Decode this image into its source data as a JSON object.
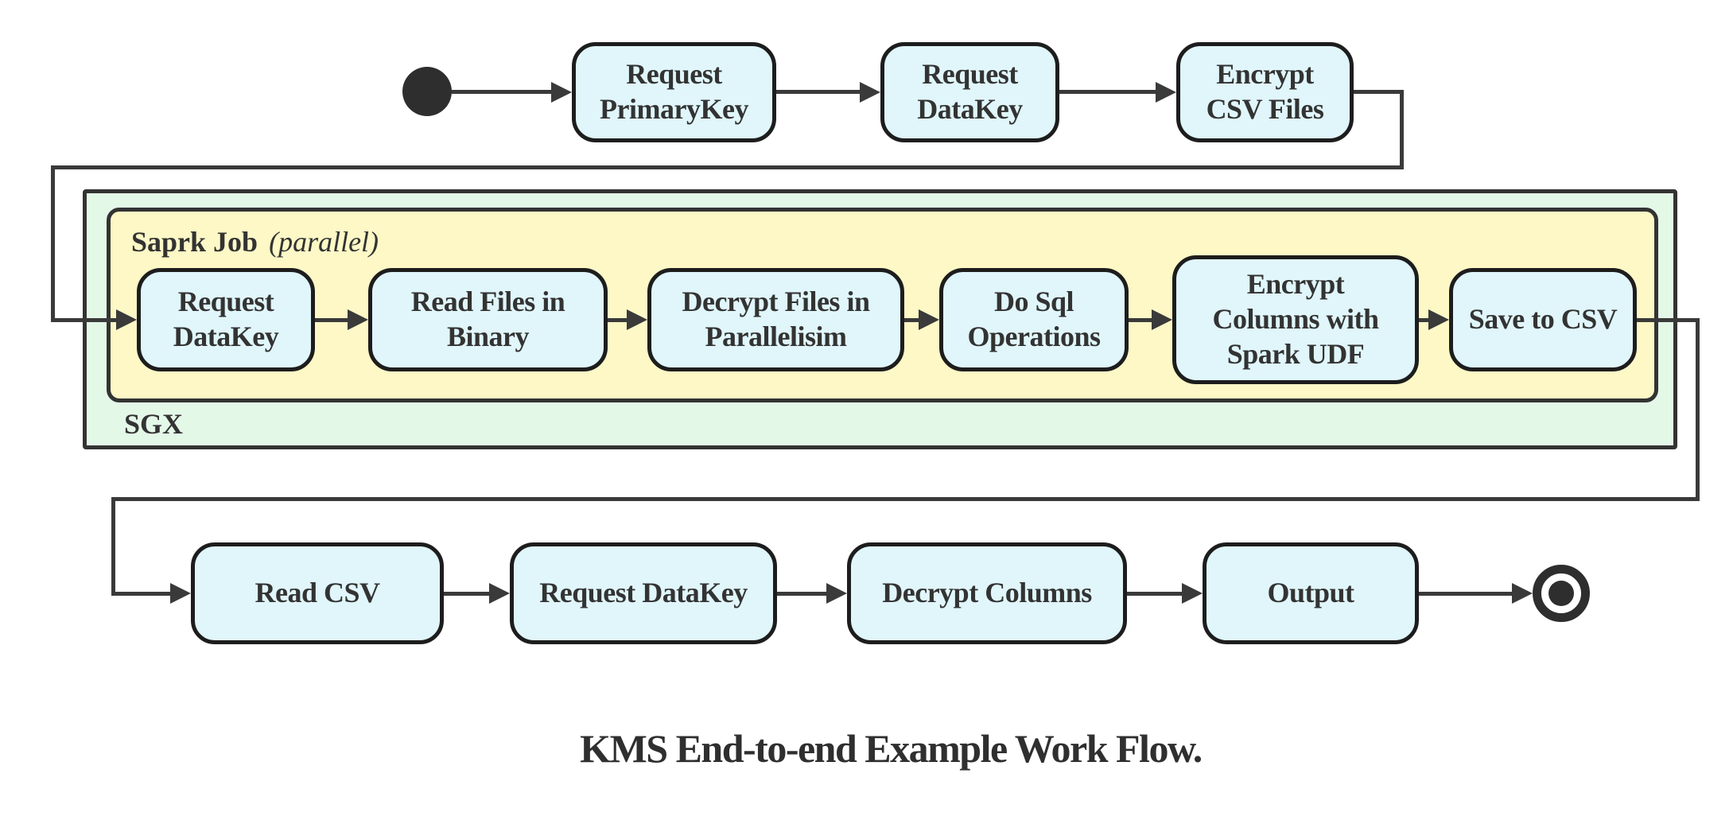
{
  "diagram": {
    "title": "KMS End-to-end Example Work Flow.",
    "sgx_label": "SGX",
    "spark_label": "Saprk Job",
    "spark_label_note": "(parallel)"
  },
  "nodes": {
    "top": [
      {
        "label": "Request\nPrimaryKey"
      },
      {
        "label": "Request\nDataKey"
      },
      {
        "label": "Encrypt\nCSV Files"
      }
    ],
    "sgx": [
      {
        "label": "Request\nDataKey"
      },
      {
        "label": "Read Files in\nBinary"
      },
      {
        "label": "Decrypt Files in\nParallelisim"
      },
      {
        "label": "Do Sql\nOperations"
      },
      {
        "label": "Encrypt\nColumns with\nSpark UDF"
      },
      {
        "label": "Save to CSV"
      }
    ],
    "bottom": [
      {
        "label": "Read CSV"
      },
      {
        "label": "Request DataKey"
      },
      {
        "label": "Decrypt Columns"
      },
      {
        "label": "Output"
      }
    ]
  },
  "colors": {
    "node_fill": "#e0f6fb",
    "node_border": "#1d1d1d",
    "sgx_fill": "#e4f8e8",
    "spark_fill": "#fdf8c6",
    "container_border": "#333333",
    "line": "#3a3a3a",
    "text": "#333333"
  }
}
